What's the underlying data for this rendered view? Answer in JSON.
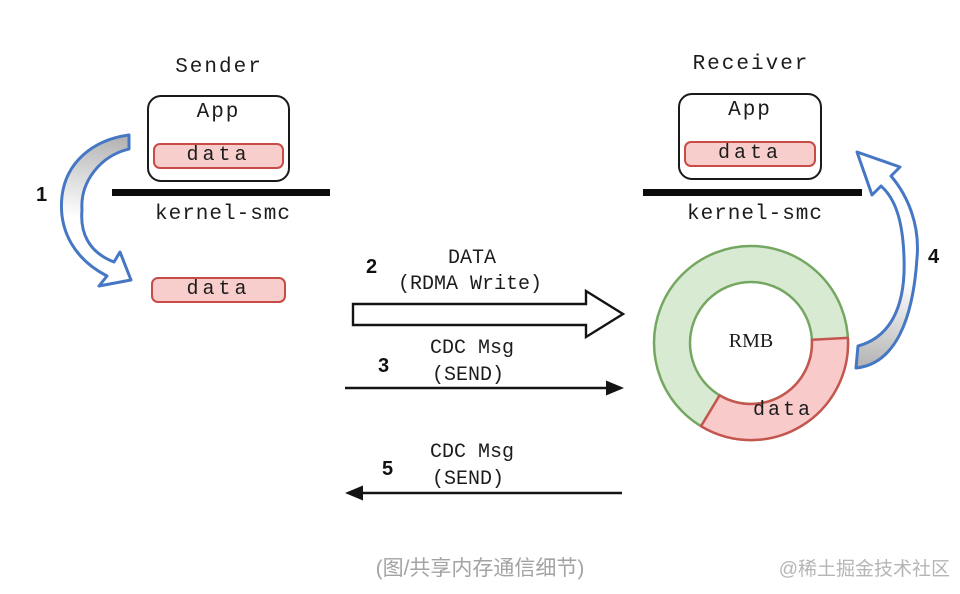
{
  "sender": {
    "title": "Sender",
    "app_label": "App",
    "app_data_label": "data",
    "kernel_label": "kernel-smc",
    "buffer_data_label": "data",
    "step_label": "1"
  },
  "receiver": {
    "title": "Receiver",
    "app_label": "App",
    "app_data_label": "data",
    "kernel_label": "kernel-smc",
    "step_label": "4",
    "rmb_label": "RMB",
    "rmb_data_label": "data"
  },
  "messages": [
    {
      "step_label": "2",
      "title": "DATA",
      "subtitle": "(RDMA Write)",
      "direction": "right",
      "arrow_style": "block-outline"
    },
    {
      "step_label": "3",
      "title": "CDC Msg",
      "subtitle": "(SEND)",
      "direction": "right",
      "arrow_style": "thin"
    },
    {
      "step_label": "5",
      "title": "CDC Msg",
      "subtitle": "(SEND)",
      "direction": "left",
      "arrow_style": "thin"
    }
  ],
  "caption": "(图/共享内存通信细节)",
  "watermark": "@稀土掘金技术社区",
  "colors": {
    "data_box_fill": "#f8cecd",
    "data_box_border": "#c94b45",
    "rmb_free_fill": "#d9ead3",
    "rmb_free_border": "#74a761",
    "rmb_used_fill": "#f8cbca",
    "rmb_used_border": "#c4554f",
    "flow_arrow_blue": "#4677c4",
    "arrow_black": "#141414",
    "caption_gray": "#a3a3a3",
    "watermark_gray": "#b5b5b5"
  }
}
